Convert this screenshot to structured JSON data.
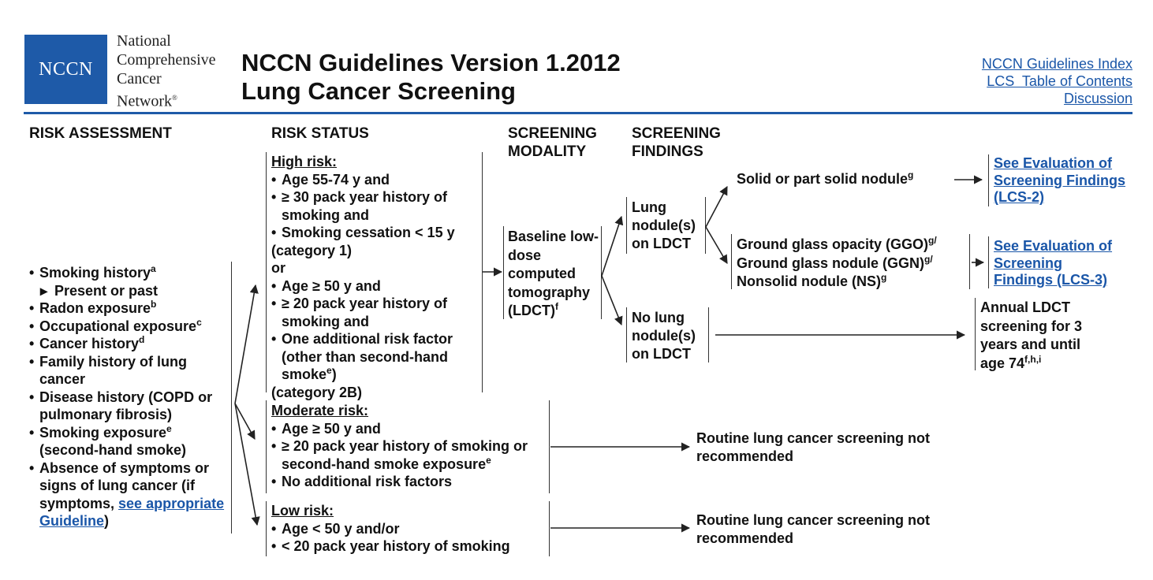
{
  "header": {
    "logo_abbrev": "NCCN",
    "logo_lines": [
      "National",
      "Comprehensive",
      "Cancer",
      "Network"
    ],
    "logo_mark": "®",
    "title_line1": "NCCN Guidelines Version 1.2012",
    "title_line2": "Lung Cancer Screening",
    "links": [
      "NCCN Guidelines Index",
      "LCS  Table of Contents",
      "Discussion"
    ]
  },
  "columns": {
    "risk_assessment": "RISK ASSESSMENT",
    "risk_status": "RISK STATUS",
    "screening_modality_1": "SCREENING",
    "screening_modality_2": "MODALITY",
    "screening_findings_1": "SCREENING",
    "screening_findings_2": "FINDINGS"
  },
  "risk_assessment": {
    "items": [
      {
        "text": "Smoking history",
        "sup": "a"
      },
      {
        "text": "Present or past",
        "sub": true
      },
      {
        "text": "Radon exposure",
        "sup": "b"
      },
      {
        "text": "Occupational exposure",
        "sup": "c"
      },
      {
        "text": "Cancer history",
        "sup": "d"
      },
      {
        "text": "Family history of lung cancer"
      },
      {
        "text": "Disease history (COPD or pulmonary fibrosis)"
      },
      {
        "text": "Smoking exposure",
        "sup": "e",
        "tail": "(second-hand smoke)"
      }
    ],
    "last_item_prefix": "Absence of symptoms or signs of lung cancer (if symptoms, ",
    "last_item_link": "see appropriate Guideline",
    "last_item_suffix": ")"
  },
  "high_risk": {
    "heading": "High risk:",
    "items": [
      "Age 55-74 y and",
      "≥ 30 pack year history of smoking and",
      "Smoking cessation < 15 y"
    ],
    "cat1": "(category 1)",
    "or": "or",
    "items2": [
      "Age ≥ 50 y and",
      "≥ 20 pack year history of smoking and"
    ],
    "item3_text": "One additional risk factor (other than second-hand smoke",
    "item3_sup": "e",
    "item3_close": ")",
    "cat2b": "(category 2B)"
  },
  "moderate_risk": {
    "heading": "Moderate risk:",
    "item1": "Age ≥ 50 y and",
    "item2": "≥ 20 pack year history of smoking or second-hand smoke exposure",
    "item2_sup": "e",
    "item3": "No additional risk factors"
  },
  "low_risk": {
    "heading": "Low risk:",
    "item1": "Age < 50 y and/or",
    "item2": "< 20 pack year history of smoking"
  },
  "modality": {
    "text": "Baseline low-dose computed tomography (LDCT)",
    "sup": "f"
  },
  "findings": {
    "nodule": "Lung nodule(s) on LDCT",
    "no_nodule": "No lung nodule(s) on LDCT",
    "solid": "Solid or part solid nodule",
    "solid_sup": "g",
    "ggo": "Ground glass opacity (GGO)",
    "ggo_sup": "g/",
    "ggn": "Ground glass nodule (GGN)",
    "ggn_sup": "g/",
    "ns": "Nonsolid nodule (NS)",
    "ns_sup": "g"
  },
  "outcomes": {
    "lcs2": "See Evaluation of Screening Findings (LCS-2)",
    "lcs3": "See Evaluation of Screening Findings (LCS-3)",
    "annual": "Annual LDCT screening for 3 years and until age 74",
    "annual_sup": "f,h,i",
    "routine1": "Routine lung cancer screening not recommended",
    "routine2": "Routine lung cancer screening not recommended"
  }
}
